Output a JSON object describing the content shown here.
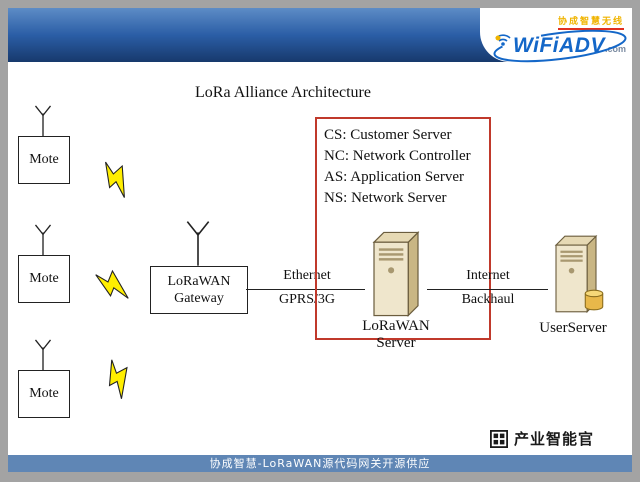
{
  "colors": {
    "header_blue": "#2b5ea6",
    "banner_blue": "#5f86b5",
    "legend_border_red": "#c0392b",
    "bolt_yellow": "#ffee00",
    "brand_blue": "#1467c8",
    "tagline_yellow": "#f0b400",
    "server_beige": "#efe6cc"
  },
  "header": {
    "logo": {
      "tagline": "协成智慧无线",
      "brand": "WiFiADV",
      "suffix": ".com"
    }
  },
  "diagram": {
    "title": "LoRa Alliance Architecture",
    "motes": [
      {
        "label": "Mote"
      },
      {
        "label": "Mote"
      },
      {
        "label": "Mote"
      }
    ],
    "gateway": {
      "line1": "LoRaWAN",
      "line2": "Gateway"
    },
    "legend": {
      "lines": [
        "CS: Customer Server",
        "NC: Network Controller",
        "AS: Application Server",
        "NS: Network Server"
      ]
    },
    "ethernet_link": {
      "line1": "Ethernet",
      "line2": "GPRS/3G"
    },
    "internet_link": {
      "line1": "Internet",
      "line2": "Backhaul"
    },
    "lorawan_server": {
      "line1": "LoRaWAN",
      "line2": "Server"
    },
    "user_server": {
      "label": "UserServer"
    }
  },
  "footer": {
    "watermark": "产业智能官",
    "banner": "协成智慧-LoRaWAN源代码网关开源供应"
  }
}
